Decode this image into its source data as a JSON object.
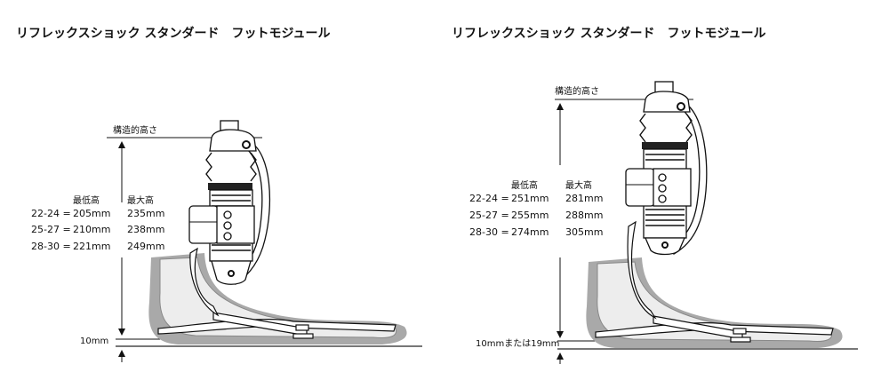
{
  "panels": [
    {
      "title": "リフレックスショック スタンダード　フットモジュール",
      "structural_height_label": "構造的高さ",
      "col_min": "最低高",
      "col_max": "最大高",
      "rows": [
        {
          "size": "22-24 =",
          "min": "205mm",
          "max": "235mm"
        },
        {
          "size": "25-27 =",
          "min": "210mm",
          "max": "238mm"
        },
        {
          "size": "28-30 =",
          "min": "221mm",
          "max": "249mm"
        }
      ],
      "heel_height_label": "10mm"
    },
    {
      "title": "リフレックスショック スタンダード　フットモジュール",
      "structural_height_label": "構造的高さ",
      "col_min": "最低高",
      "col_max": "最大高",
      "rows": [
        {
          "size": "22-24 =",
          "min": "251mm",
          "max": "281mm"
        },
        {
          "size": "25-27 =",
          "min": "255mm",
          "max": "288mm"
        },
        {
          "size": "28-30 =",
          "min": "274mm",
          "max": "305mm"
        }
      ],
      "heel_height_label": "10mmまたは19mm"
    }
  ]
}
